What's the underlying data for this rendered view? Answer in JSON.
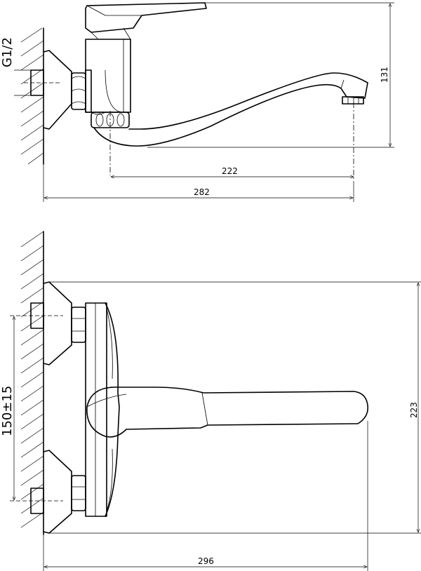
{
  "top_view": {
    "thread_label": "G1/2",
    "dim_height": "131",
    "dim_spout_reach": "222",
    "dim_total_length": "282"
  },
  "front_view": {
    "dim_center_spacing": "150±15",
    "dim_height": "223",
    "dim_total_length": "296"
  }
}
